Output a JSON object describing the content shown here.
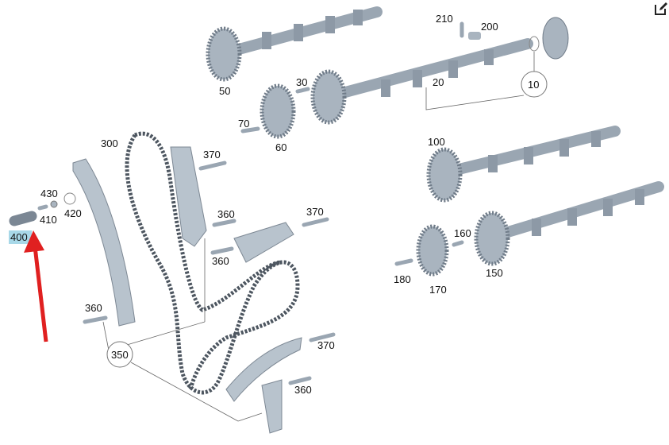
{
  "diagram": {
    "labels": {
      "p50": "50",
      "p30": "30",
      "p70": "70",
      "p60": "60",
      "p210": "210",
      "p200": "200",
      "p20": "20",
      "p10": "10",
      "p300": "300",
      "p370a": "370",
      "p360a": "360",
      "p370b": "370",
      "p360b": "360",
      "p100": "100",
      "p160": "160",
      "p180": "180",
      "p170": "170",
      "p150": "150",
      "p430": "430",
      "p410": "410",
      "p420": "420",
      "p400": "400",
      "p360c": "360",
      "p350": "350",
      "p370c": "370",
      "p360d": "360"
    },
    "highlight_color": "#a8d8e8",
    "arrow_color": "#e02020"
  },
  "toolbar": {
    "edit_icon": "edit-icon"
  }
}
